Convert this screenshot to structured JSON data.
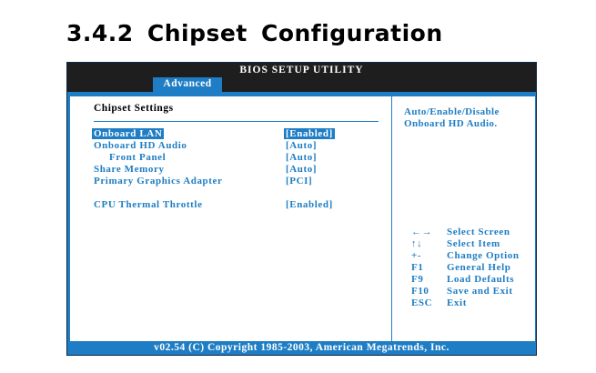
{
  "heading": "3.4.2  Chipset Configuration",
  "bios": {
    "title": "BIOS SETUP UTILITY",
    "tab": "Advanced",
    "section_title": "Chipset Settings",
    "settings": [
      {
        "label": "Onboard LAN",
        "value": "[Enabled]"
      },
      {
        "label": "Onboard HD Audio",
        "value": "[Auto]"
      },
      {
        "label": "Front Panel",
        "value": "[Auto]"
      },
      {
        "label": "Share Memory",
        "value": "[Auto]"
      },
      {
        "label": "Primary Graphics Adapter",
        "value": "[PCI]"
      },
      {
        "label": "CPU Thermal Throttle",
        "value": "[Enabled]"
      }
    ],
    "help_line1": "Auto/Enable/Disable",
    "help_line2": "Onboard HD Audio.",
    "keys": [
      {
        "key": "←→",
        "desc": "Select Screen"
      },
      {
        "key": "↑↓",
        "desc": "Select Item"
      },
      {
        "key": "+-",
        "desc": "Change Option"
      },
      {
        "key": "F1",
        "desc": "General Help"
      },
      {
        "key": "F9",
        "desc": "Load Defaults"
      },
      {
        "key": "F10",
        "desc": "Save and Exit"
      },
      {
        "key": "ESC",
        "desc": "Exit"
      }
    ],
    "footer": "v02.54 (C) Copyright 1985-2003, American Megatrends, Inc.",
    "colors": {
      "accent": "#1e7dc4",
      "bar": "#1e1e1e"
    }
  }
}
